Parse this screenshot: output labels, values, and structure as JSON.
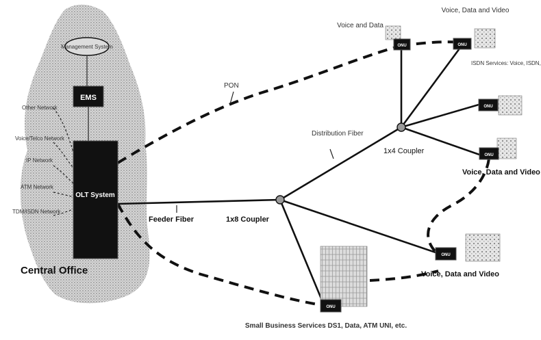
{
  "central_office": {
    "label": "Central Office",
    "management_system": "Management System",
    "ems": "EMS",
    "olt": "OLT System",
    "networks": [
      "Other Network",
      "Voice/Telco Network",
      "IP Network",
      "ATM Network",
      "TDM/ISDN Network"
    ]
  },
  "links": {
    "pon": "PON",
    "feeder_fiber": "Feeder Fiber",
    "distribution_fiber": "Distribution Fiber"
  },
  "couplers": {
    "main": "1x8 Coupler",
    "secondary": "1x4 Coupler"
  },
  "ont": {
    "label": "ONU"
  },
  "endpoints": {
    "voice_and_data": "Voice and Data",
    "voice_data_video_top": "Voice, Data and Video",
    "isdn_services": "ISDN Services: Voice, ISDN, Special, etc.",
    "voice_data_video_mid": "Voice, Data and Video",
    "voice_data_video_low": "Voice, Data and Video",
    "small_business": "Small Business Services DS1, Data, ATM UNI, etc."
  },
  "colors": {
    "ink": "#111111",
    "cloud": "#c9c9c9",
    "box": "#111111"
  }
}
